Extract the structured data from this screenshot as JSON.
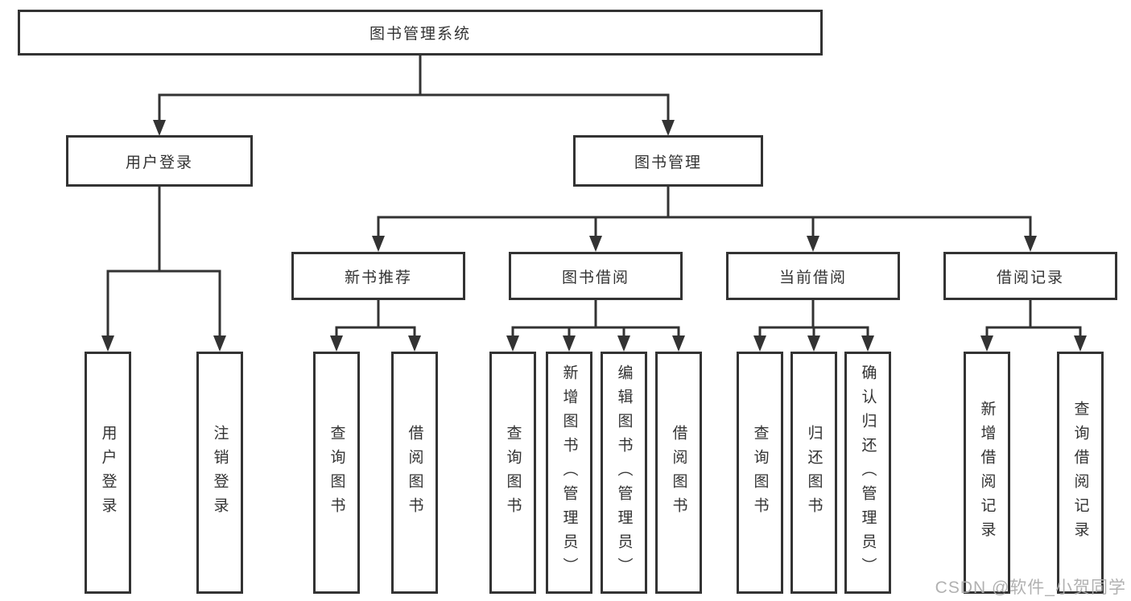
{
  "diagram": {
    "type": "tree",
    "watermark": "CSDN @软件_小贺同学",
    "nodes": {
      "root": "图书管理系统",
      "login": "用户登录",
      "manage": "图书管理",
      "login_user": "用户登录",
      "login_logout": "注销登录",
      "recommend": "新书推荐",
      "borrow": "图书借阅",
      "current": "当前借阅",
      "records": "借阅记录",
      "rec_query": "查询图书",
      "rec_borrow": "借阅图书",
      "bor_query": "查询图书",
      "bor_add": "新增图书（管理员）",
      "bor_edit": "编辑图书（管理员）",
      "bor_lend": "借阅图书",
      "cur_query": "查询图书",
      "cur_return": "归还图书",
      "cur_confirm": "确认归还（管理员）",
      "rcd_add": "新增借阅记录",
      "rcd_query": "查询借阅记录"
    },
    "hierarchy": {
      "图书管理系统": {
        "用户登录": [
          "用户登录",
          "注销登录"
        ],
        "图书管理": {
          "新书推荐": [
            "查询图书",
            "借阅图书"
          ],
          "图书借阅": [
            "查询图书",
            "新增图书（管理员）",
            "编辑图书（管理员）",
            "借阅图书"
          ],
          "当前借阅": [
            "查询图书",
            "归还图书",
            "确认归还（管理员）"
          ],
          "借阅记录": [
            "新增借阅记录",
            "查询借阅记录"
          ]
        }
      }
    },
    "colors": {
      "line": "#333333",
      "border": "#333333",
      "text": "#333333",
      "background": "#ffffff",
      "watermark": "#adadad"
    }
  }
}
